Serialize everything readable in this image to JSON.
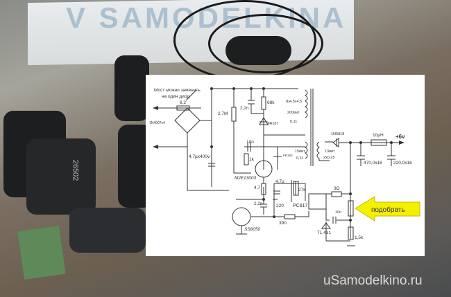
{
  "watermark_top": "V SAMODELKINA",
  "site_watermark": "uSamodelkino.ru",
  "device_label": "26502",
  "schematic": {
    "note_line1": "Мост можно заменить",
    "note_line2": "на один диод",
    "r_input": "8,2",
    "bridge": "1N4007x4",
    "c_input": "4,7µx400v",
    "r_start": "2,7M",
    "c_snubber": "2,2n",
    "r_snubber": "68k",
    "d_snubber": "FR107",
    "transformer": "Ш4,5x4,5",
    "primary_turns": "200вит",
    "primary_wire": "0,11",
    "feedback_turns": "15вит",
    "feedback_wire": "0,11",
    "d_feedback": "FR153",
    "c_feedback": "10n",
    "r_base": "1k",
    "q_main": "MJE13003",
    "r_emitter": "4,7",
    "c_fb2": "4,7µ",
    "r_fb2": "27k",
    "c_base2": "2,2n",
    "r_220": "220",
    "optocoupler": "PC817",
    "r_390": "390",
    "q_ctrl": "SS8050",
    "d_out": "1N5818",
    "secondary_turns": "13вит",
    "secondary_wire": "2x0,25",
    "inductor": "10µH",
    "output": "+6v",
    "c_out1": "470,0x16",
    "c_out2": "220,0x16",
    "r_led": "3Ω",
    "c_tl": "10n",
    "ref": "TL 431",
    "r_bottom": "1,5k",
    "callout": "подобрать"
  },
  "colors": {
    "callout_fill": "#f5f000",
    "callout_stroke": "#c8b400"
  }
}
